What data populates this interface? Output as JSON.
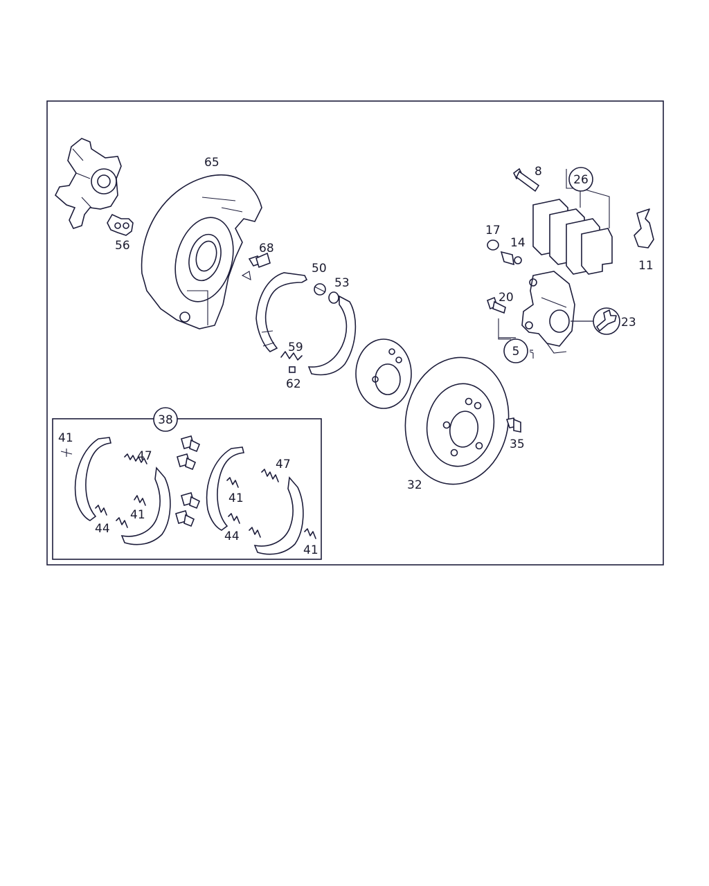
{
  "callouts": {
    "p65": "65",
    "p56": "56",
    "p68": "68",
    "p50": "50",
    "p53": "53",
    "p59": "59",
    "p62": "62",
    "p8": "8",
    "p26": "26",
    "p17": "17",
    "p14": "14",
    "p11": "11",
    "p20": "20",
    "p23": "23",
    "p5": "5",
    "p35": "35",
    "p32": "32",
    "p38": "38"
  },
  "kit_callouts": {
    "k41a": "41",
    "k47a": "47",
    "k41b": "41",
    "k44a": "44",
    "k47b": "47",
    "k41c": "41",
    "k44b": "44",
    "k41d": "41"
  },
  "colors": {
    "line": "#1c1c3a",
    "text": "#1a1a2e",
    "background": "#ffffff"
  }
}
